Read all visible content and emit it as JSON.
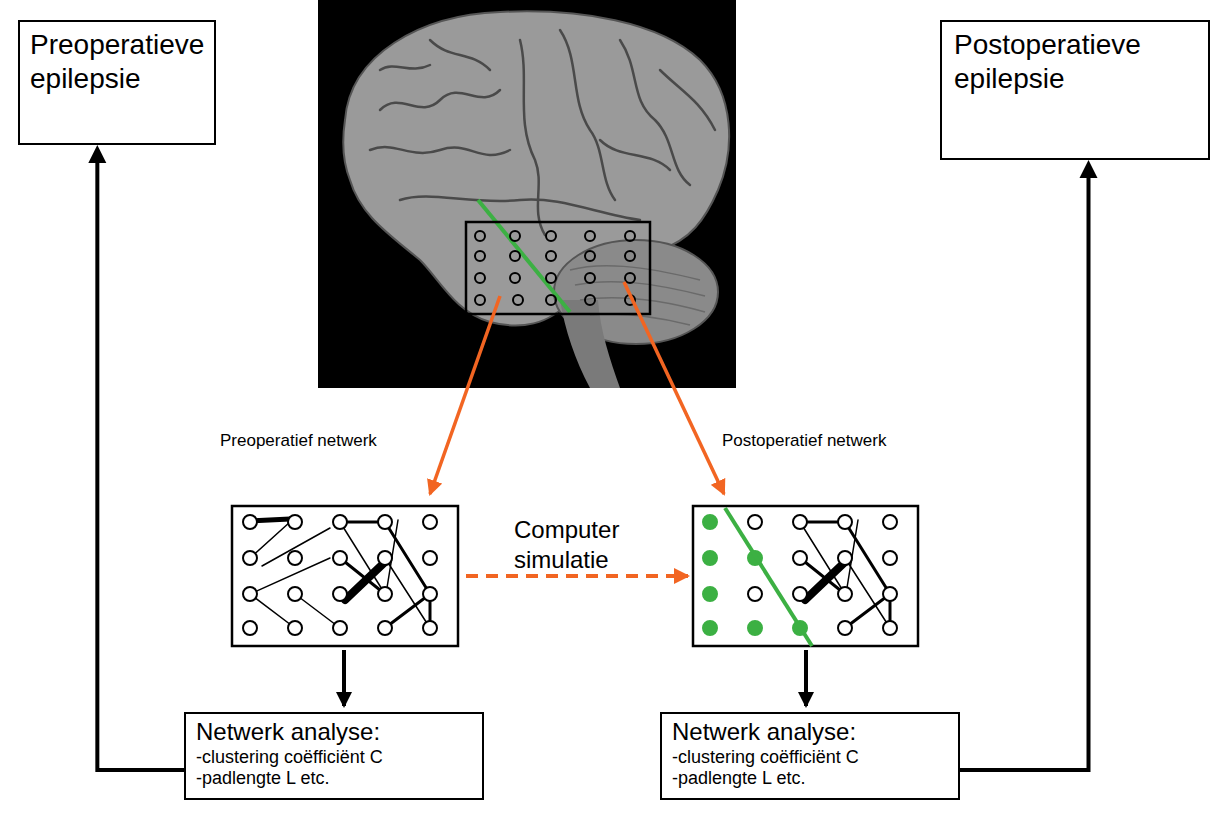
{
  "diagram": {
    "nodes": [
      {
        "text": [
          "Preoperatieve epilepsie"
        ]
      },
      {
        "text": [
          "Postoperatieve epilepsie"
        ]
      },
      {
        "text": [
          "Netwerk analyse:",
          "-clustering coëfficiënt C",
          "-padlengte L etc."
        ]
      },
      {
        "text": [
          "Netwerk analyse:",
          "-clustering coëfficiënt C",
          "-padlengte L etc."
        ]
      }
    ],
    "edges": [
      {
        "from": 2,
        "to": 0,
        "arrow": "to"
      },
      {
        "from": 3,
        "to": 1,
        "arrow": "to"
      }
    ],
    "labels": [
      "Preoperatief netwerk",
      "Computer simulatie",
      "Postoperatief netwerk"
    ]
  }
}
